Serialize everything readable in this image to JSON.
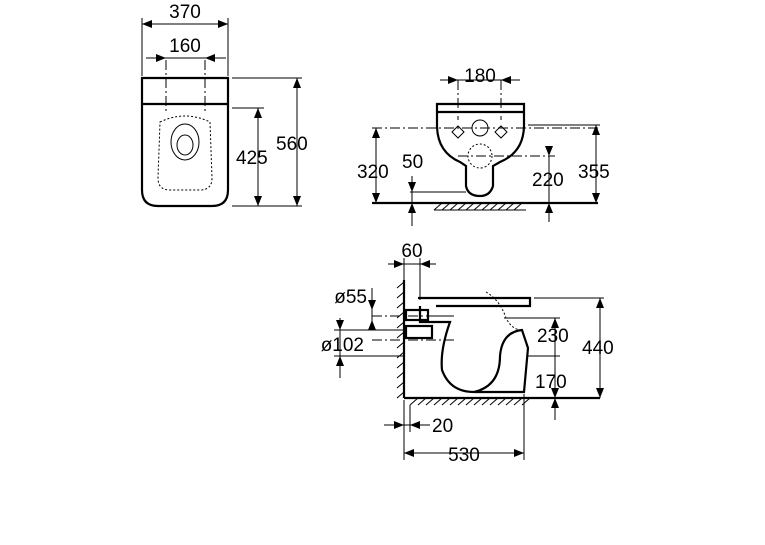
{
  "colors": {
    "line": "#000000",
    "background": "#ffffff"
  },
  "top_view": {
    "width_total": "370",
    "fixing_spacing": "160",
    "length_total": "560",
    "fixing_to_front": "425"
  },
  "front_view": {
    "fixing_spacing": "180",
    "fixing_height": "320",
    "outlet_offset": "50",
    "outlet_height": "220",
    "top_height": "355"
  },
  "side_view": {
    "wall_offset": "60",
    "inlet_diameter": "ø55",
    "outlet_diameter": "ø102",
    "inlet_height": "230",
    "total_height": "440",
    "outlet_centre_height": "170",
    "rear_gap": "20",
    "total_length": "530"
  }
}
